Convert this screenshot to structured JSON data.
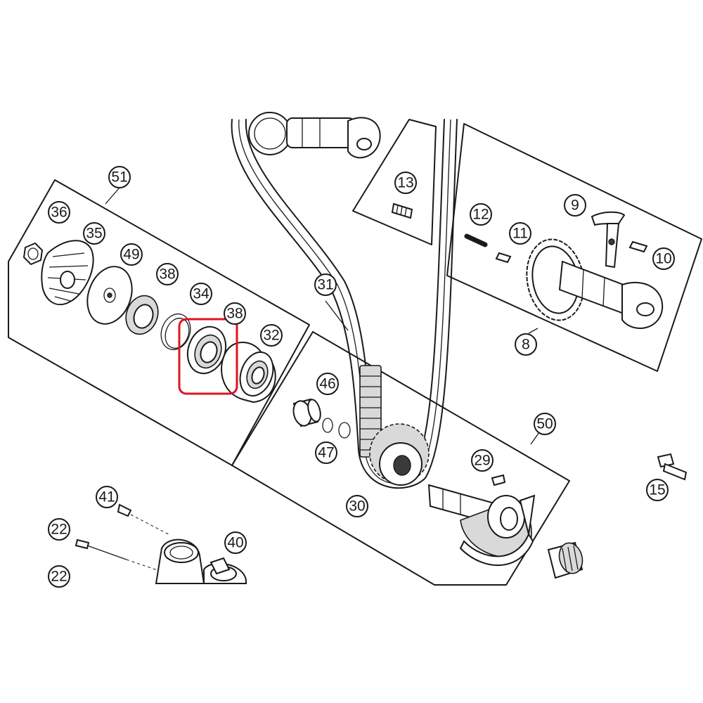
{
  "diagram": {
    "highlight_color": "#e0141e",
    "highlighted_part": "34",
    "callouts": [
      {
        "id": "51",
        "label": "51"
      },
      {
        "id": "36",
        "label": "36"
      },
      {
        "id": "35",
        "label": "35"
      },
      {
        "id": "49",
        "label": "49"
      },
      {
        "id": "38a",
        "label": "38"
      },
      {
        "id": "34",
        "label": "34"
      },
      {
        "id": "38b",
        "label": "38"
      },
      {
        "id": "32",
        "label": "32"
      },
      {
        "id": "31",
        "label": "31"
      },
      {
        "id": "13",
        "label": "13"
      },
      {
        "id": "12",
        "label": "12"
      },
      {
        "id": "11",
        "label": "11"
      },
      {
        "id": "9",
        "label": "9"
      },
      {
        "id": "10",
        "label": "10"
      },
      {
        "id": "8",
        "label": "8"
      },
      {
        "id": "46",
        "label": "46"
      },
      {
        "id": "47",
        "label": "47"
      },
      {
        "id": "30",
        "label": "30"
      },
      {
        "id": "50",
        "label": "50"
      },
      {
        "id": "29",
        "label": "29"
      },
      {
        "id": "15",
        "label": "15"
      },
      {
        "id": "41",
        "label": "41"
      },
      {
        "id": "22a",
        "label": "22"
      },
      {
        "id": "40",
        "label": "40"
      },
      {
        "id": "22b",
        "label": "22"
      }
    ]
  }
}
